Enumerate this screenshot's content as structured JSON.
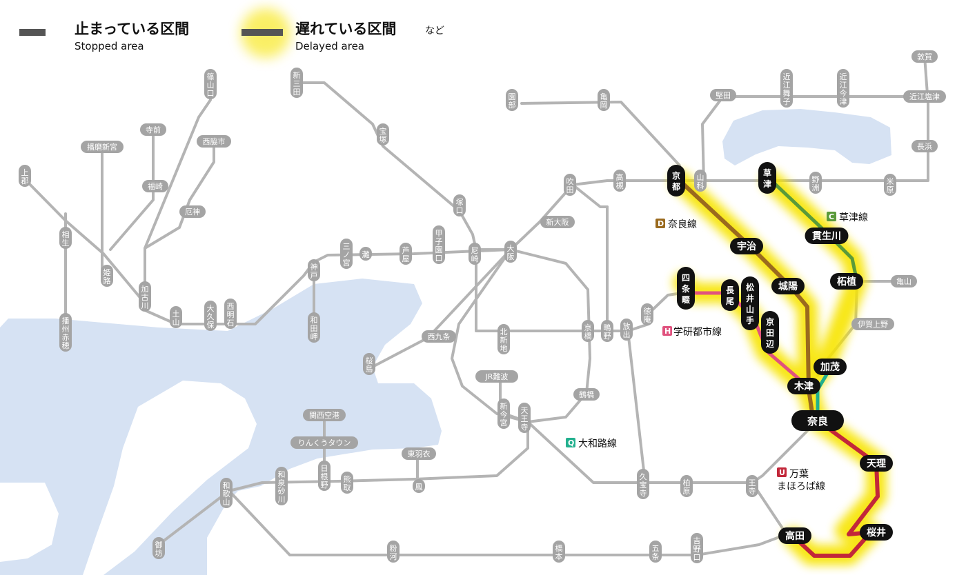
{
  "legend": {
    "stopped_title": "止まっている区間",
    "stopped_subtitle": "Stopped area",
    "delayed_title": "遅れている区間",
    "delayed_suffix": "など",
    "delayed_subtitle": "Delayed area",
    "stopped_color": "#555555",
    "delayed_color": "#555555",
    "delayed_glow": "#f5e200"
  },
  "colors": {
    "water": "#d6e2f3",
    "gray_line": "#b4b4b4",
    "gray_station": "#a4a4a4",
    "key_station": "#111111",
    "nara_line": "#9a6a1e",
    "kusatsu_line": "#5a9a3a",
    "gakkentoshi_line": "#e0527e",
    "yamatoji_line": "#22b08e",
    "manyo_line": "#c2273a"
  },
  "lines": [
    {
      "code": "D",
      "name": "奈良線",
      "color": "#9a6a1e"
    },
    {
      "code": "C",
      "name": "草津線",
      "color": "#5a9a3a"
    },
    {
      "code": "H",
      "name": "学研都市線",
      "color": "#e0527e"
    },
    {
      "code": "Q",
      "name": "大和路線",
      "color": "#22b08e"
    },
    {
      "code": "U",
      "name": "万葉",
      "name2": "まほろば線",
      "color": "#c2273a"
    }
  ],
  "key_stations": [
    "京都",
    "宇治",
    "城陽",
    "貫生川",
    "草津",
    "柘植",
    "四条畷",
    "長尾",
    "松井山手",
    "京田辺",
    "木津",
    "加茂",
    "奈良",
    "天理",
    "桜井",
    "高田"
  ],
  "stations": [
    "篠山口",
    "新三田",
    "宝塚",
    "園部",
    "亀岡",
    "堅田",
    "近江舞子",
    "近江今津",
    "敦賀",
    "近江塩津",
    "長浜",
    "米原",
    "野洲",
    "山科",
    "高槻",
    "吹田",
    "新大阪",
    "大阪",
    "塚口",
    "尼崎",
    "甲子園口",
    "芦屋",
    "灘",
    "三ノ宮",
    "神戸",
    "和田岬",
    "西明石",
    "大久保",
    "土山",
    "加古川",
    "姫路",
    "相生",
    "上郡",
    "播州赤穂",
    "播磨新宮",
    "寺前",
    "福崎",
    "西脇市",
    "厄神",
    "桜島",
    "西九条",
    "北新地",
    "京橋",
    "鴫野",
    "放出",
    "徳庵",
    "JR難波",
    "新今宮",
    "天王寺",
    "鶴橋",
    "関西空港",
    "りんくうタウン",
    "日根野",
    "熊取",
    "鳳",
    "東羽衣",
    "和泉砂川",
    "和歌山",
    "御坊",
    "粉河",
    "橋本",
    "五条",
    "吉野口",
    "王寺",
    "柏原",
    "久宝寺",
    "亀山",
    "伊賀上野"
  ]
}
